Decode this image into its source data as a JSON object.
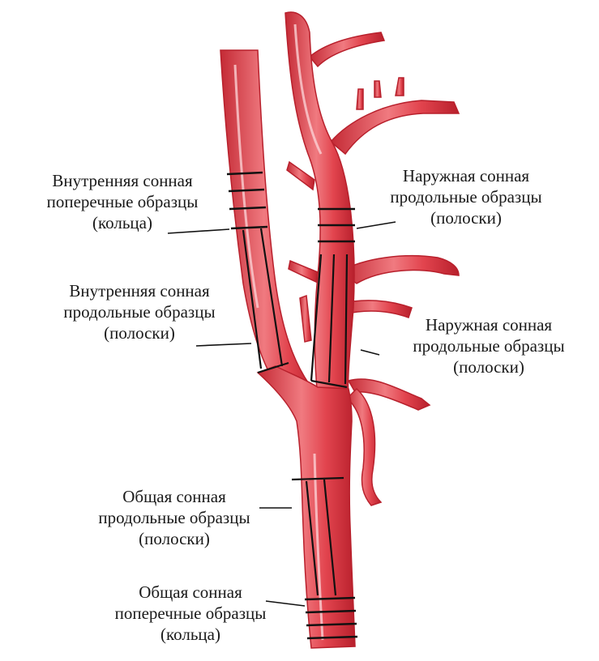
{
  "labels": {
    "ica_rings": [
      "Внутренняя сонная",
      "поперечные образцы",
      "(кольца)"
    ],
    "ica_strips": [
      "Внутренняя сонная",
      "продольные образцы",
      "(полоски)"
    ],
    "eca_strips_upper": [
      "Наружная сонная",
      "продольные образцы",
      "(полоски)"
    ],
    "eca_strips_lower": [
      "Наружная сонная",
      "продольные образцы",
      "(полоски)"
    ],
    "cca_strips": [
      "Общая сонная",
      "продольные образцы",
      "(полоски)"
    ],
    "cca_rings": [
      "Общая сонная",
      "поперечные образцы",
      "(кольца)"
    ]
  },
  "colors": {
    "vessel": "#e0404a",
    "vessel_dark": "#b8202c",
    "vessel_light": "#f6a0a6",
    "marker": "#111111"
  }
}
